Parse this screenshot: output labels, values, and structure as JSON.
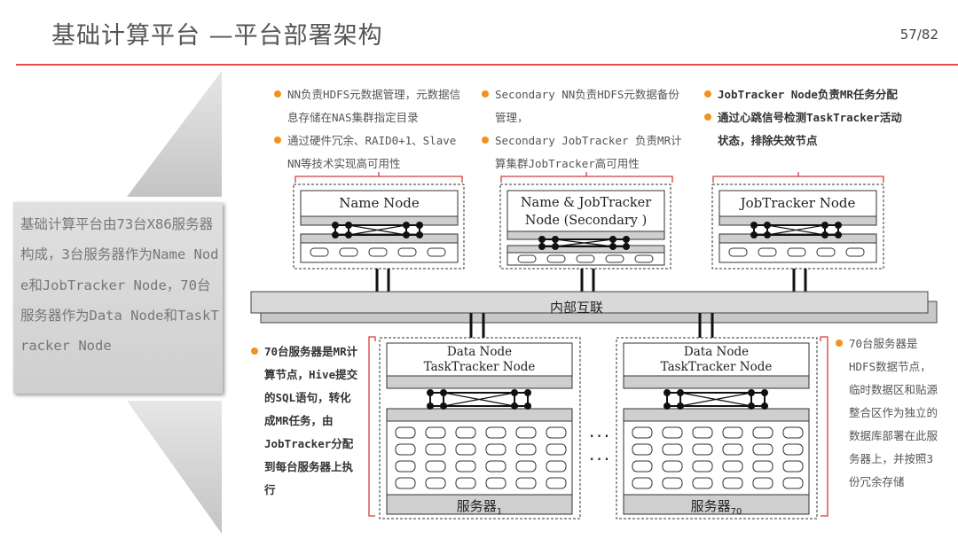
{
  "slide": {
    "title": "基础计算平台 —平台部署架构",
    "page": "57/82"
  },
  "side_summary": "基础计算平台由73台X86服务器构成，3台服务器作为Name Node和JobTracker Node，70台服务器作为Data Node和TaskTracker Node",
  "notes_name_node": [
    "NN负责HDFS元数据管理，元数据信息存储在NAS集群指定目录",
    "通过硬件冗余、RAID0+1、Slave NN等技术实现高可用性"
  ],
  "notes_secondary": [
    "Secondary NN负责HDFS元数据备份管理，",
    "Secondary JobTracker 负责MR计算集群JobTracker高可用性"
  ],
  "notes_jobtracker": [
    "JobTracker Node负责MR任务分配",
    "通过心跳信号检测TaskTracker活动状态，排除失效节点"
  ],
  "notes_data_left": [
    "70台服务器是MR计算节点，Hive提交的SQL语句，转化成MR任务，由JobTracker分配到每台服务器上执行"
  ],
  "notes_data_right": [
    "70台服务器是HDFS数据节点，临时数据区和贴源整合区作为独立的数据库部署在此服务器上，并按照3份冗余存储"
  ],
  "nodes": {
    "name_node": "Name Node",
    "secondary_line1": "Name & JobTracker",
    "secondary_line2": "Node (Secondary )",
    "jobtracker": "JobTracker Node",
    "data_line1": "Data  Node",
    "data_line2": "TaskTracker Node"
  },
  "bus_label": "内部互联",
  "servers": {
    "left_label": "服务器",
    "left_sub": "1",
    "right_label": "服务器",
    "right_sub": "70"
  },
  "ellipsis": "...",
  "colors": {
    "accent_red": "#e34d4d",
    "bullet_orange": "#f2921d",
    "bracket_red": "#d43b3b"
  }
}
